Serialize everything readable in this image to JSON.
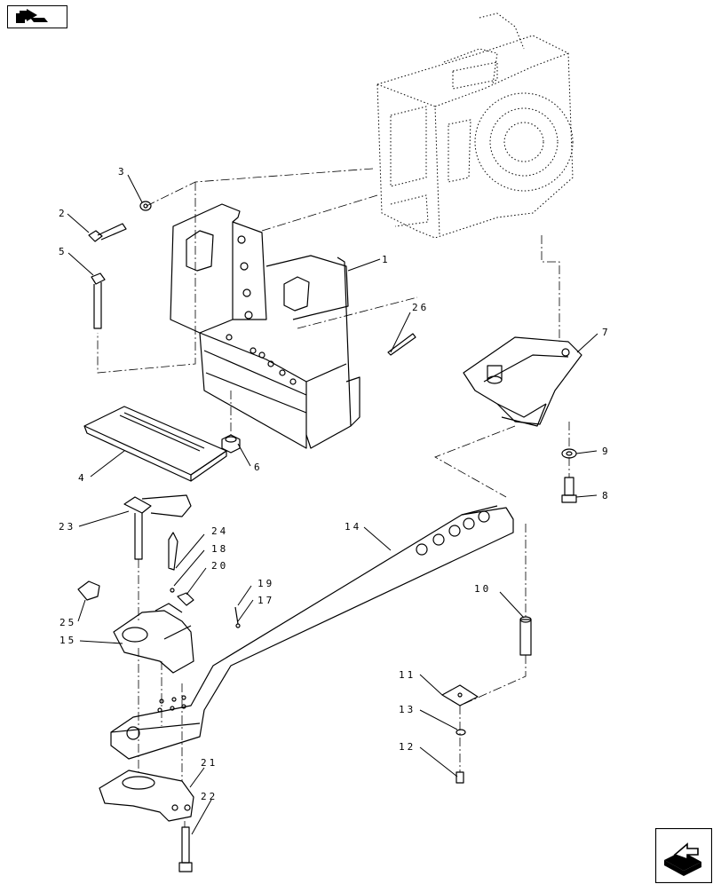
{
  "navigation": {
    "prev_icon": "back-page-icon",
    "next_icon": "next-page-icon"
  },
  "callouts": [
    "1",
    "2",
    "3",
    "4",
    "5",
    "6",
    "7",
    "8",
    "9",
    "10",
    "11",
    "12",
    "13",
    "14",
    "15",
    "17",
    "18",
    "19",
    "20",
    "21",
    "22",
    "23",
    "24",
    "25",
    "26"
  ]
}
